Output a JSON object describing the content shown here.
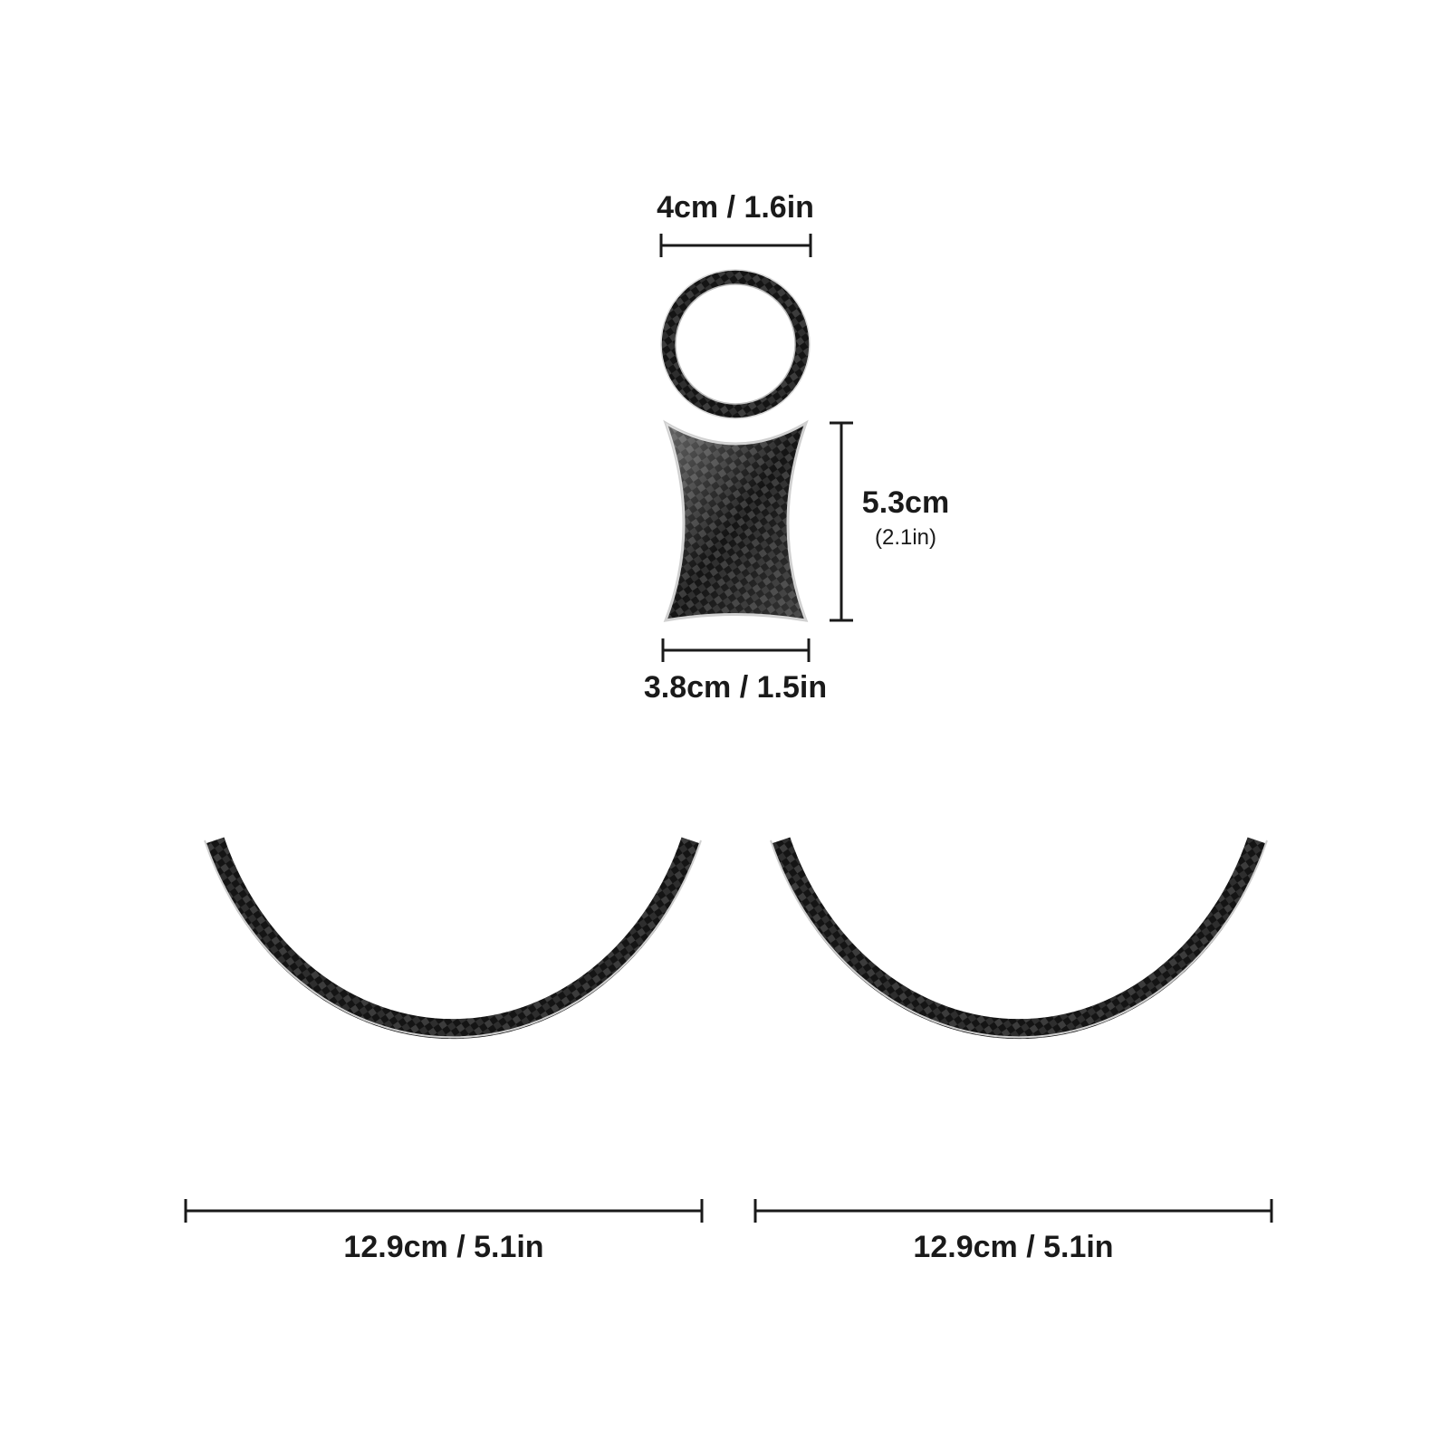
{
  "colors": {
    "background": "#ffffff",
    "dimension_line": "#1a1a1a",
    "carbon_dark": "#141414",
    "carbon_light": "#3c3c3c",
    "edge_highlight": "#d8d8d8"
  },
  "pieces": [
    {
      "name": "ring-trim",
      "shape": "ring",
      "material": "carbon-fiber"
    },
    {
      "name": "hourglass-trim",
      "shape": "concave-rectangle",
      "material": "carbon-fiber"
    },
    {
      "name": "left-arc-trim",
      "shape": "arc",
      "material": "carbon-fiber"
    },
    {
      "name": "right-arc-trim",
      "shape": "arc",
      "material": "carbon-fiber"
    }
  ],
  "dimensions": {
    "ring_width": "4cm / 1.6in",
    "hourglass_height": "5.3cm",
    "hourglass_height_in": "(2.1in)",
    "hourglass_width": "3.8cm / 1.5in",
    "left_arc_width": "12.9cm / 5.1in",
    "right_arc_width": "12.9cm / 5.1in"
  }
}
